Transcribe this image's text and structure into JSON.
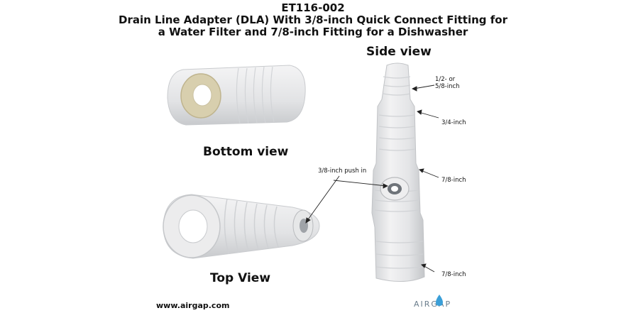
{
  "title": {
    "line1": "ET116-002",
    "line2": "Drain Line Adapter (DLA) With 3/8-inch Quick Connect Fitting for",
    "line3": "a Water Filter and 7/8-inch Fitting for a Dishwasher"
  },
  "views": {
    "side": "Side view",
    "bottom": "Bottom view",
    "top": "Top View"
  },
  "callouts": {
    "half_or_five_eighth_line1": "1/2- or",
    "half_or_five_eighth_line2": "5/8-inch",
    "three_quarter": "3/4-inch",
    "seven_eighth_upper": "7/8-inch",
    "seven_eighth_lower": "7/8-inch",
    "push_in": "3/8-inch push in"
  },
  "footer": {
    "website": "www.airgap.com",
    "logo_text": "AIRGAP"
  },
  "colors": {
    "plastic": "#e9e9ea",
    "shadow": "#c9cbce",
    "insert": "#d8cfae",
    "logo_blue": "#3a9fd8",
    "logo_gray": "#6a7d8c"
  }
}
